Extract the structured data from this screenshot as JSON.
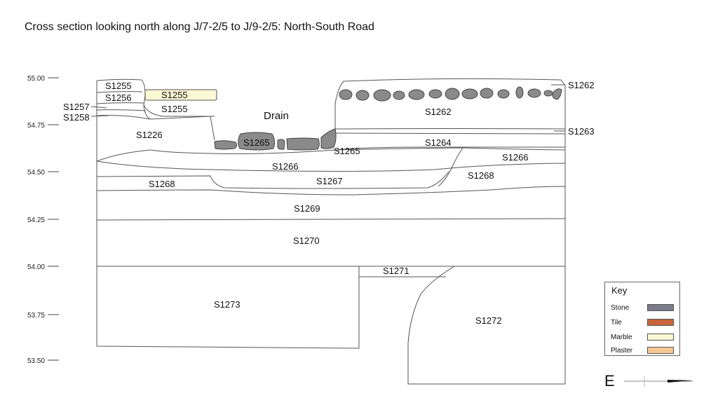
{
  "title": "Cross section looking north along J/7-2/5 to J/9-2/5: North-South Road",
  "axis": {
    "ticks": [
      "55.00",
      "54.75",
      "54.50",
      "54.25",
      "54.00",
      "53.75",
      "53.50"
    ]
  },
  "layers": {
    "s1255_a": "S1255",
    "s1256": "S1256",
    "s1255_marble": "S1255",
    "s1255_b": "S1255",
    "s1257": "S1257",
    "s1258": "S1258",
    "s1226": "S1226",
    "drain": "Drain",
    "s1265_stone": "S1265",
    "s1265": "S1265",
    "s1262_top": "S1262",
    "s1262": "S1262",
    "s1263": "S1263",
    "s1264": "S1264",
    "s1266_right": "S1266",
    "s1266": "S1266",
    "s1268_left": "S1268",
    "s1267": "S1267",
    "s1268_right": "S1268",
    "s1269": "S1269",
    "s1270": "S1270",
    "s1271": "S1271",
    "s1273": "S1273",
    "s1272": "S1272"
  },
  "key": {
    "title": "Key",
    "items": [
      {
        "label": "Stone",
        "color": "#7b7b8a"
      },
      {
        "label": "Tile",
        "color": "#c8653a"
      },
      {
        "label": "Marble",
        "color": "#fbf8d4"
      },
      {
        "label": "Plaster",
        "color": "#f7c893"
      }
    ]
  },
  "compass": {
    "letter": "E"
  }
}
